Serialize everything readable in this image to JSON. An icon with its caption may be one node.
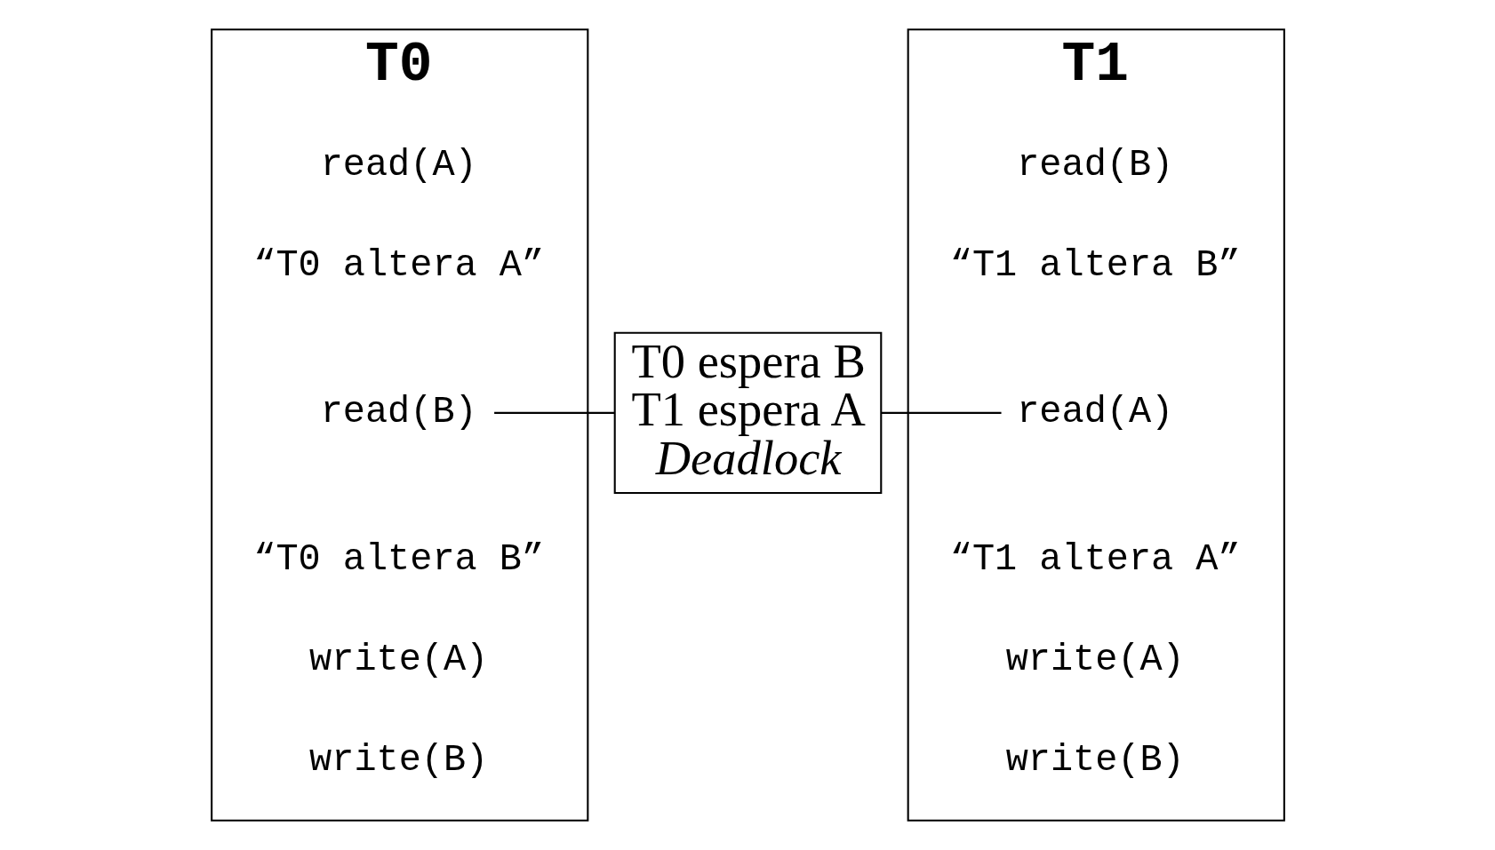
{
  "diagram": {
    "nodes": [
      {
        "text": [
          "T0"
        ]
      },
      {
        "text": [
          "read(A)"
        ],
        "in": 0
      },
      {
        "text": [
          "“T0 altera A”"
        ],
        "in": 0
      },
      {
        "text": [
          "read(B)"
        ],
        "in": 0
      },
      {
        "text": [
          "“T0 altera B”"
        ],
        "in": 0
      },
      {
        "text": [
          "write(A)"
        ],
        "in": 0
      },
      {
        "text": [
          "write(B)"
        ],
        "in": 0
      },
      {
        "text": [
          "T1"
        ]
      },
      {
        "text": [
          "read(B)"
        ],
        "in": 7
      },
      {
        "text": [
          "“T1 altera B”"
        ],
        "in": 7
      },
      {
        "text": [
          "read(A)"
        ],
        "in": 7
      },
      {
        "text": [
          "“T1 altera A”"
        ],
        "in": 7
      },
      {
        "text": [
          "write(A)"
        ],
        "in": 7
      },
      {
        "text": [
          "write(B)"
        ],
        "in": 7
      },
      {
        "text": [
          "T0 espera B",
          "T1 espera A",
          "Deadlock"
        ]
      }
    ],
    "edges": [
      {
        "from": 14,
        "to": 3,
        "arrow": "none"
      },
      {
        "from": 14,
        "to": 10,
        "arrow": "none"
      }
    ]
  }
}
